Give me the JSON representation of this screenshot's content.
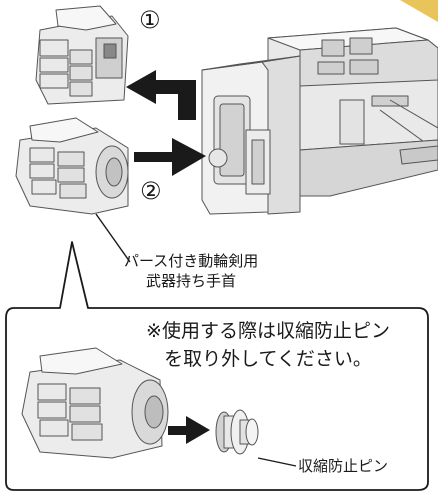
{
  "diagram": {
    "step1_number": "①",
    "step2_number": "②",
    "hand_label_line1": "パース付き動輪剣用",
    "hand_label_line2": "武器持ち手首",
    "note_line1": "※使用する際は収縮防止ピン",
    "note_line2": "を取り外してください。",
    "pin_label": "収縮防止ピン",
    "colors": {
      "outline": "#1a1a1a",
      "part_light": "#f2f2f2",
      "part_mid": "#d8d8d8",
      "part_dark": "#a9a9a9",
      "accent_gold": "#e8c45a"
    }
  }
}
